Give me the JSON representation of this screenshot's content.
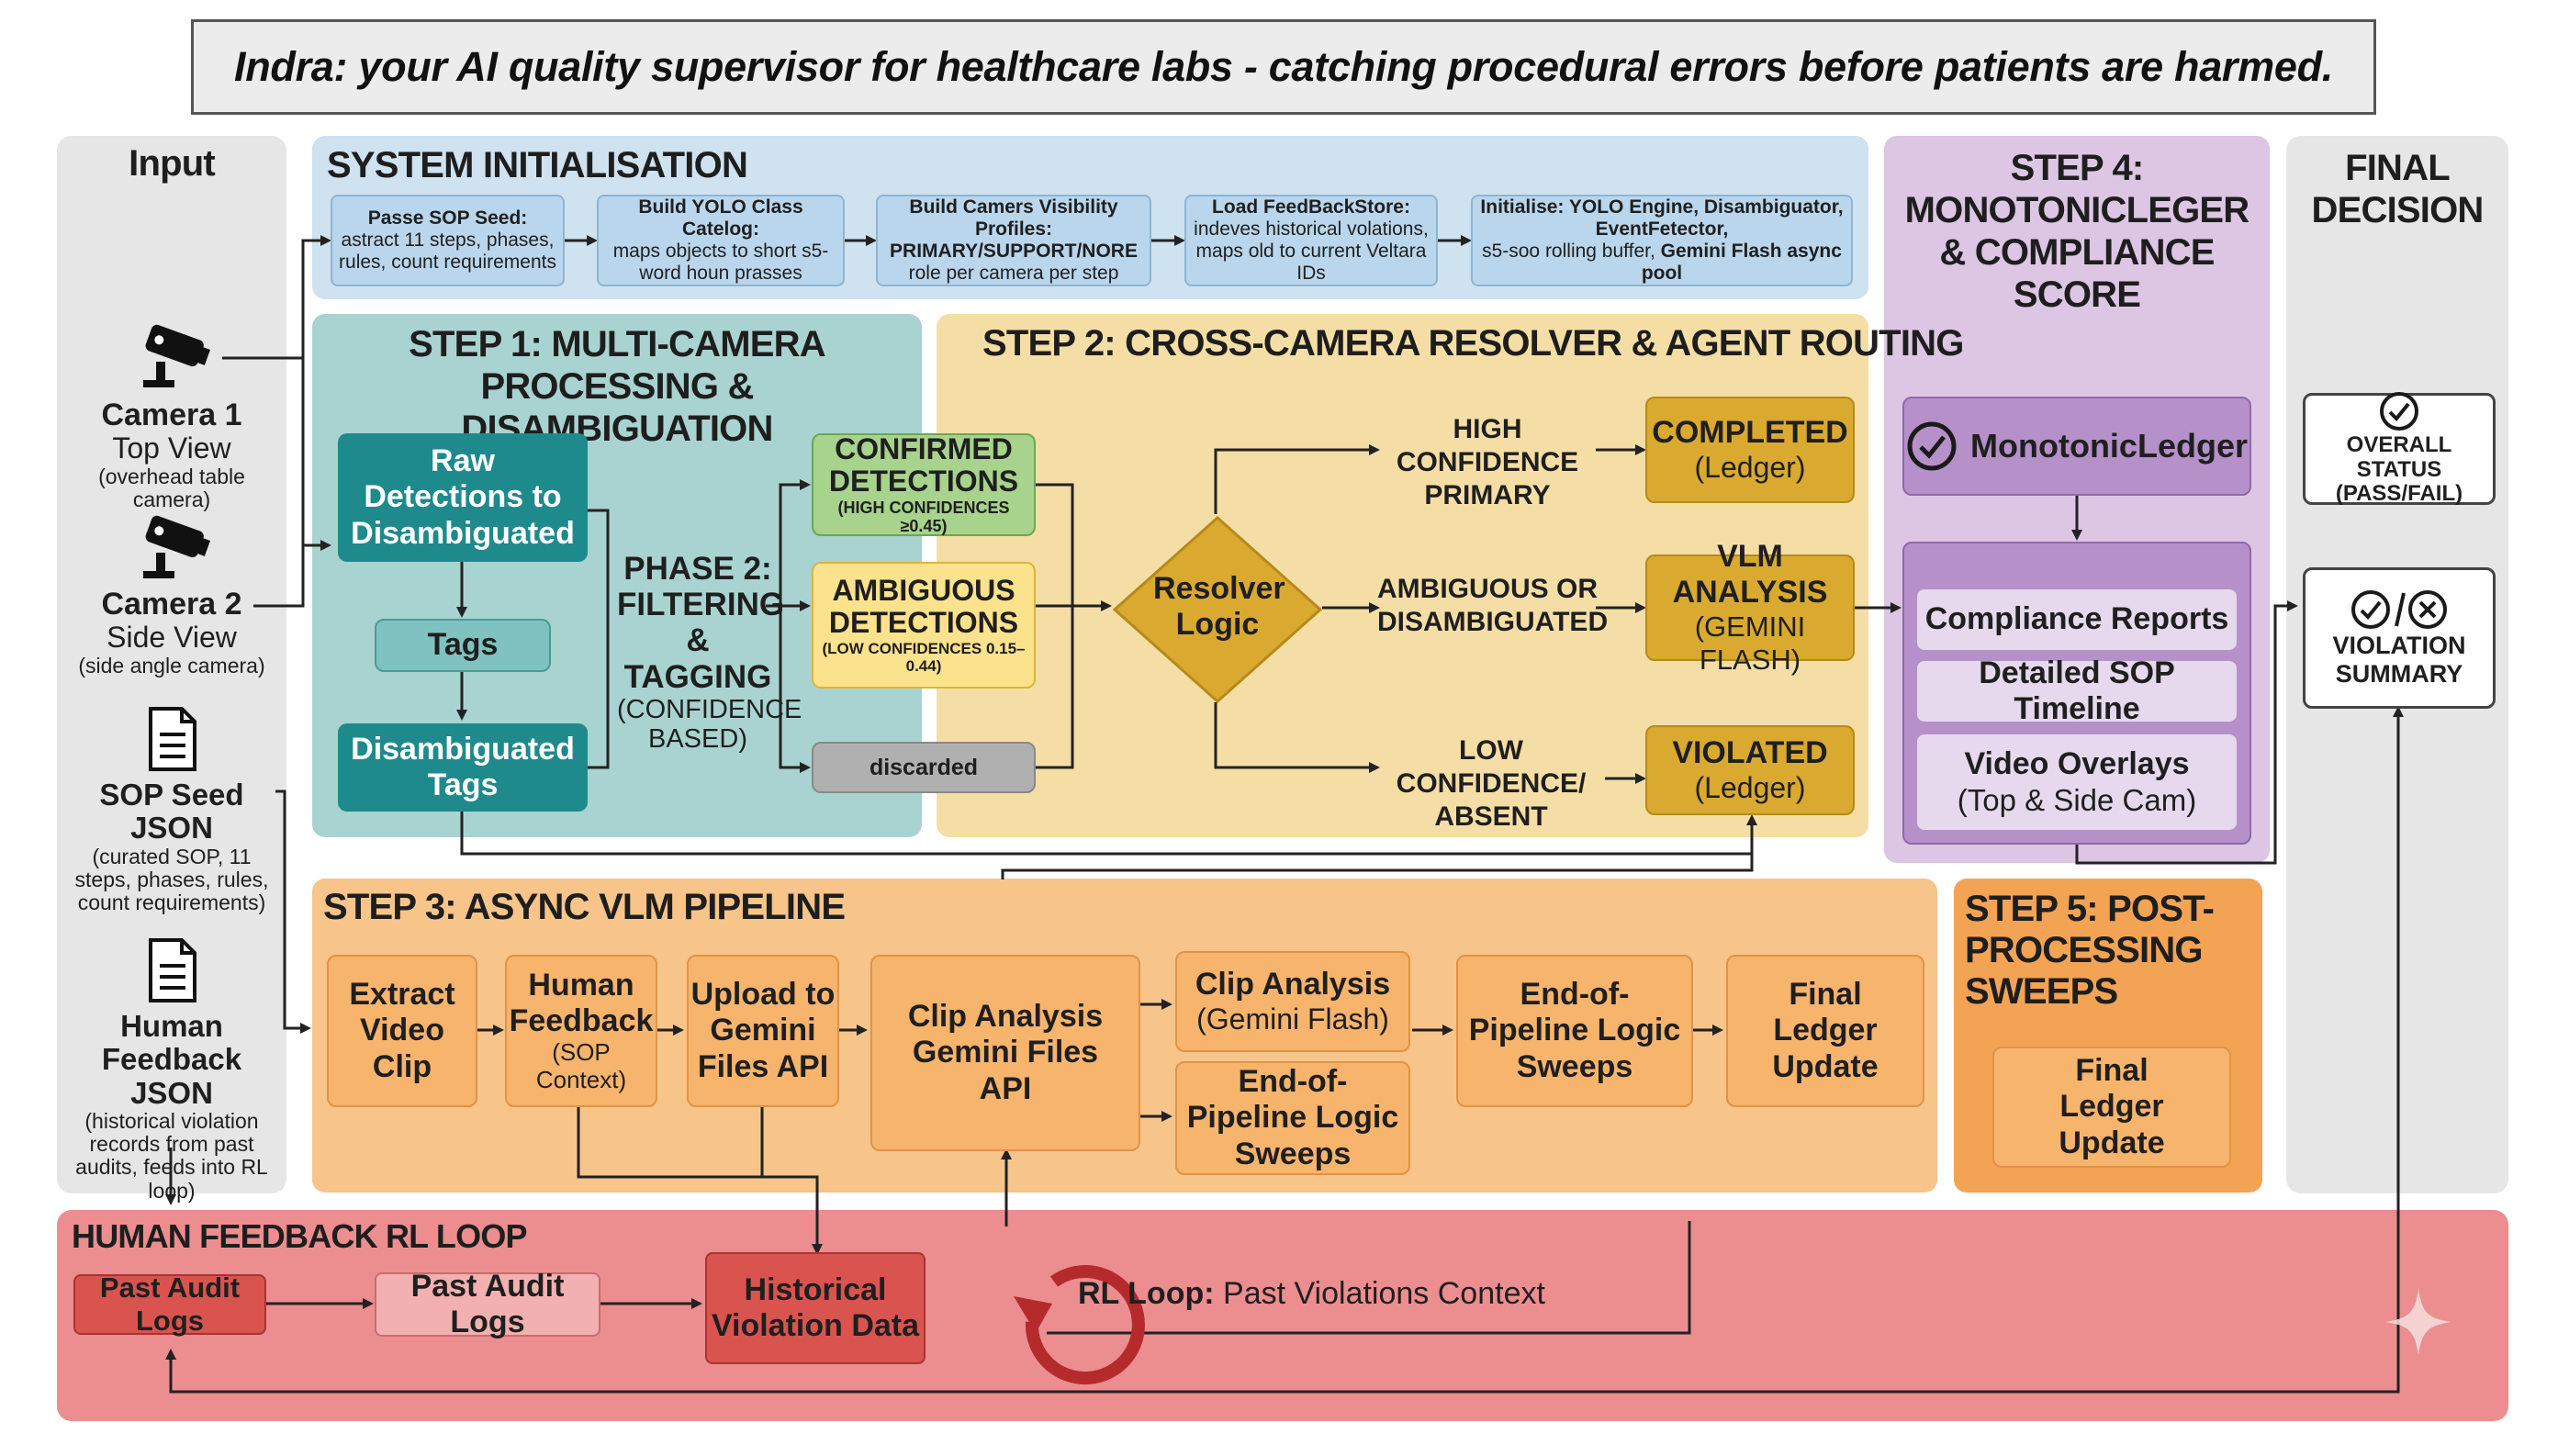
{
  "title": "Indra: your AI quality supervisor for healthcare labs - catching procedural errors before patients are harmed.",
  "colors": {
    "input_bg": "#e6e6e6",
    "init_bg": "#cfe2f0",
    "step1_bg": "#a9d3d0",
    "step2_bg": "#f5dea6",
    "step3_bg": "#f7c48a",
    "step4_bg": "#dcc6e4",
    "step5_bg": "#f2a354",
    "final_bg": "#e6e6e6",
    "rl_bg": "#ec8d8f",
    "teal": "#1f8a8c",
    "green": "#a7d38c",
    "yellow": "#fbe28c",
    "gold": "#d9aa2f",
    "purple": "#b690c9",
    "red": "#d9534f"
  },
  "input": {
    "title": "Input",
    "camera1": {
      "icon": "security-camera-icon",
      "name": "Camera 1",
      "view": "Top View",
      "desc": "(overhead table camera)"
    },
    "camera2": {
      "icon": "security-camera-icon",
      "name": "Camera 2",
      "view": "Side View",
      "desc": "(side angle camera)"
    },
    "sop": {
      "icon": "document-icon",
      "name": "SOP Seed JSON",
      "desc": "(curated SOP, 11 steps, phases, rules, count requirements)"
    },
    "feedback": {
      "icon": "document-icon",
      "name": "Human Feedback JSON",
      "desc": "(historical violation records from past audits, feeds into RL loop)"
    }
  },
  "init": {
    "title": "SYSTEM INITIALISATION",
    "boxes": [
      {
        "title": "Passe SOP Seed:",
        "body": "astract 11 steps, phases, rules, count requirements"
      },
      {
        "title": "Build YOLO Class Catelog:",
        "body": "maps objects to short s5-word houn prasses"
      },
      {
        "title": "Build Camers Visibility Profiles:",
        "bold": "PRIMARY/SUPPORT/NORE",
        "body": "role per camera per step"
      },
      {
        "title": "Load FeedBackStore:",
        "body": "indeves historical volations, maps old to current Veltara IDs"
      },
      {
        "title": "Initialise: YOLO Engine, Disambiguator, EventFetector,",
        "body": "s5-soo rolling buffer,",
        "bold": "Gemini Flash async pool"
      }
    ]
  },
  "step1": {
    "title": "STEP 1: MULTI-CAMERA PROCESSING & DISAMBIGUATION",
    "raw": "Raw Detections to Disambiguated",
    "tags": "Tags",
    "disamb": "Disambiguated Tags",
    "phase_title": "PHASE 2: FILTERING & TAGGING",
    "phase_sub": "(CONFIDENCE BASED)"
  },
  "step2": {
    "title": "STEP 2: CROSS-CAMERA RESOLVER & AGENT ROUTING",
    "confirmed": {
      "label": "CONFIRMED DETECTIONS",
      "sub": "(HIGH CONFIDENCES ≥0.45)"
    },
    "ambiguous": {
      "label": "AMBIGUOUS DETECTIONS",
      "sub": "(LOW CONFIDENCES 0.15–0.44)"
    },
    "discarded": "discarded",
    "resolver": "Resolver Logic",
    "route_high": "HIGH CONFIDENCE PRIMARY",
    "route_amb": "AMBIGUOUS OR DISAMBIGUATED",
    "route_low": "LOW CONFIDENCE/ ABSENT",
    "out_completed": {
      "label": "COMPLETED",
      "sub": "(Ledger)"
    },
    "out_vlm": {
      "label": "VLM ANALYSIS",
      "sub": "(GEMINI FLASH)"
    },
    "out_violated": {
      "label": "VIOLATED",
      "sub": "(Ledger)"
    }
  },
  "step3": {
    "title": "STEP 3: ASYNC VLM PIPELINE",
    "extract": "Extract Video Clip",
    "human": "Human Feedback",
    "human_sub": "(SOP Context)",
    "upload": "Upload to Gemini Files API",
    "clip_api": "Clip Analysis Gemini Files API",
    "clip_flash": "Clip Analysis",
    "clip_flash_sub": "(Gemini Flash)",
    "eop_lower": "End-of-Pipeline Logic Sweeps",
    "eop_right": "End-of-Pipeline Logic Sweeps",
    "final_update": "Final Ledger Update"
  },
  "step4": {
    "title": "STEP 4: MONOTONICLEGER & COMPLIANCE SCORE",
    "ledger": "MonotonicLedger",
    "reports": "Compliance Reports",
    "timeline": "Detailed SOP Timeline",
    "overlays": "Video Overlays",
    "overlays_sub": "(Top & Side Cam)"
  },
  "step5": {
    "title": "STEP 5: POST-PROCESSING SWEEPS",
    "update": "Final Ledger Update"
  },
  "final": {
    "title": "FINAL DECISION",
    "status": "OVERALL STATUS (PASS/FAIL)",
    "violation": "VIOLATION SUMMARY"
  },
  "rl": {
    "title": "HUMAN FEEDBACK RL LOOP",
    "logs1": "Past Audit Logs",
    "logs2": "Past Audit Logs",
    "hist": "Historical Violation Data",
    "loop_bold": "RL Loop:",
    "loop_text": "Past Violations Context"
  }
}
